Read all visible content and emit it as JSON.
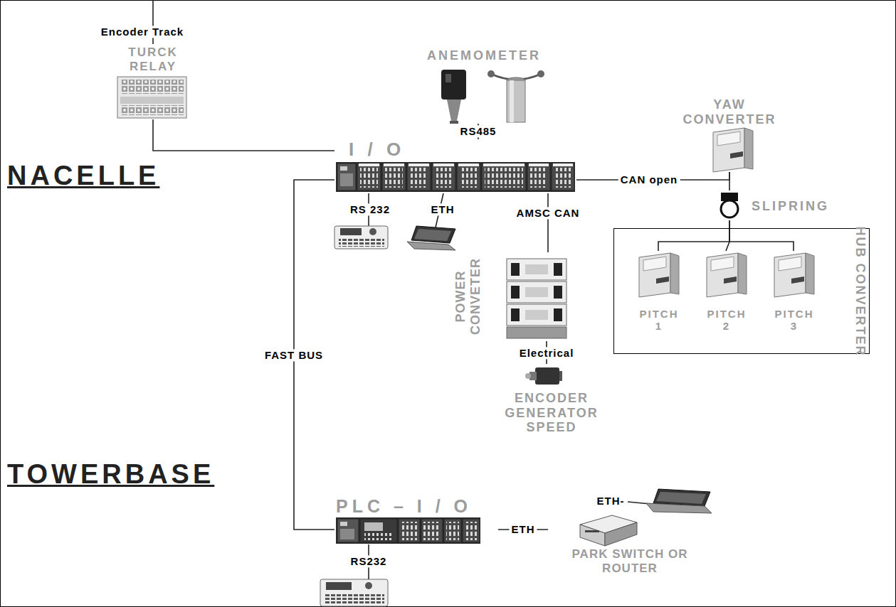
{
  "diagram": {
    "nodes": [
      {
        "text": [
          "TURCK RELAY"
        ]
      },
      {
        "text": [
          "ANEMOMETER"
        ]
      },
      {
        "text": [
          "YAW CONVERTER"
        ]
      },
      {
        "text": [
          "I / O"
        ]
      },
      {
        "text": [
          "SLIPRING"
        ]
      },
      {
        "text": [
          "HUB CONVERTER"
        ]
      },
      {
        "text": [
          "PITCH 1"
        ],
        "in": 5
      },
      {
        "text": [
          "PITCH 2"
        ],
        "in": 5
      },
      {
        "text": [
          "PITCH 3"
        ],
        "in": 5
      },
      {
        "text": [
          "POWER CONVETER"
        ]
      },
      {
        "text": [
          "ENCODER GENERATOR SPEED"
        ]
      },
      {
        "text": [
          "PLC – I / O"
        ]
      },
      {
        "text": [
          "PARK SWITCH OR ROUTER"
        ]
      }
    ],
    "edges": [
      {
        "from": 0,
        "to": 3,
        "arrow": "none"
      },
      {
        "from": 1,
        "to": 3,
        "label": "RS485",
        "arrow": "none"
      },
      {
        "from": 3,
        "to": 2,
        "label": "CAN open",
        "arrow": "none"
      },
      {
        "from": 2,
        "to": 4,
        "arrow": "none"
      },
      {
        "from": 4,
        "to": 6,
        "arrow": "none"
      },
      {
        "from": 4,
        "to": 7,
        "arrow": "none"
      },
      {
        "from": 4,
        "to": 8,
        "arrow": "none"
      },
      {
        "from": 3,
        "to": 9,
        "label": "AMSC CAN",
        "arrow": "none"
      },
      {
        "from": 9,
        "to": 10,
        "label": "Electrical",
        "arrow": "none"
      },
      {
        "from": 3,
        "to": 11,
        "label": "FAST BUS",
        "arrow": "none"
      },
      {
        "from": 11,
        "to": 12,
        "label": "ETH",
        "arrow": "none"
      }
    ],
    "labels": [
      "Encoder Track",
      "NACELLE",
      "RS 232",
      "ETH",
      "TOWERBASE",
      "ETH-",
      "RS232"
    ]
  }
}
